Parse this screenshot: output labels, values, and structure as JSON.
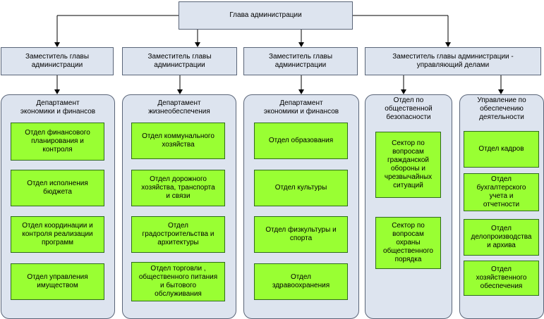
{
  "head": "Глава администрации",
  "deputies": [
    "Заместитель главы\nадминистрации",
    "Заместитель главы\nадминистрации",
    "Заместитель главы\nадминистрации",
    "Заместитель главы администрации  -\nуправляющий делами"
  ],
  "groups": [
    {
      "title": "Департамент\nэкономики и финансов",
      "units": [
        "Отдел финансового\nпланирования и\nконтроля",
        "Отдел исполнения\nбюджета",
        "Отдел координации и\nконтроля реализации\nпрограмм",
        "Отдел управления\nимуществом"
      ]
    },
    {
      "title": "Департамент\nжизнеобеспечения",
      "units": [
        "Отдел коммунального\nхозяйства",
        "Отдел дорожного\nхозяйства, транспорта\nи связи",
        "Отдел\nградостроительства и\nархитектуры",
        "Отдел торговли   ,\nобщественного питания\nи бытового\nобслуживания"
      ]
    },
    {
      "title": "Департамент\nэкономики и финансов",
      "units": [
        "Отдел образования",
        "Отдел культуры",
        "Отдел физкультуры и\nспорта",
        "Отдел\nздравоохранения"
      ]
    },
    {
      "title": "Отдел по\nобщественной\nбезопасности",
      "units": [
        "Сектор по\nвопросам\nгражданской\nобороны и\nчрезвычайных\nситуаций",
        "Сектор по\nвопросам\nохраны\nобщественного\nпорядка"
      ]
    },
    {
      "title": "Управление по\nобеспечению\nдеятельности",
      "units": [
        "Отдел кадров",
        "Отдел\nбухгалтерского\nучета и\nотчетности",
        "Отдел\nделопроизводства\nи архива",
        "Отдел\nхозяйственного\nобеспечения"
      ]
    }
  ]
}
